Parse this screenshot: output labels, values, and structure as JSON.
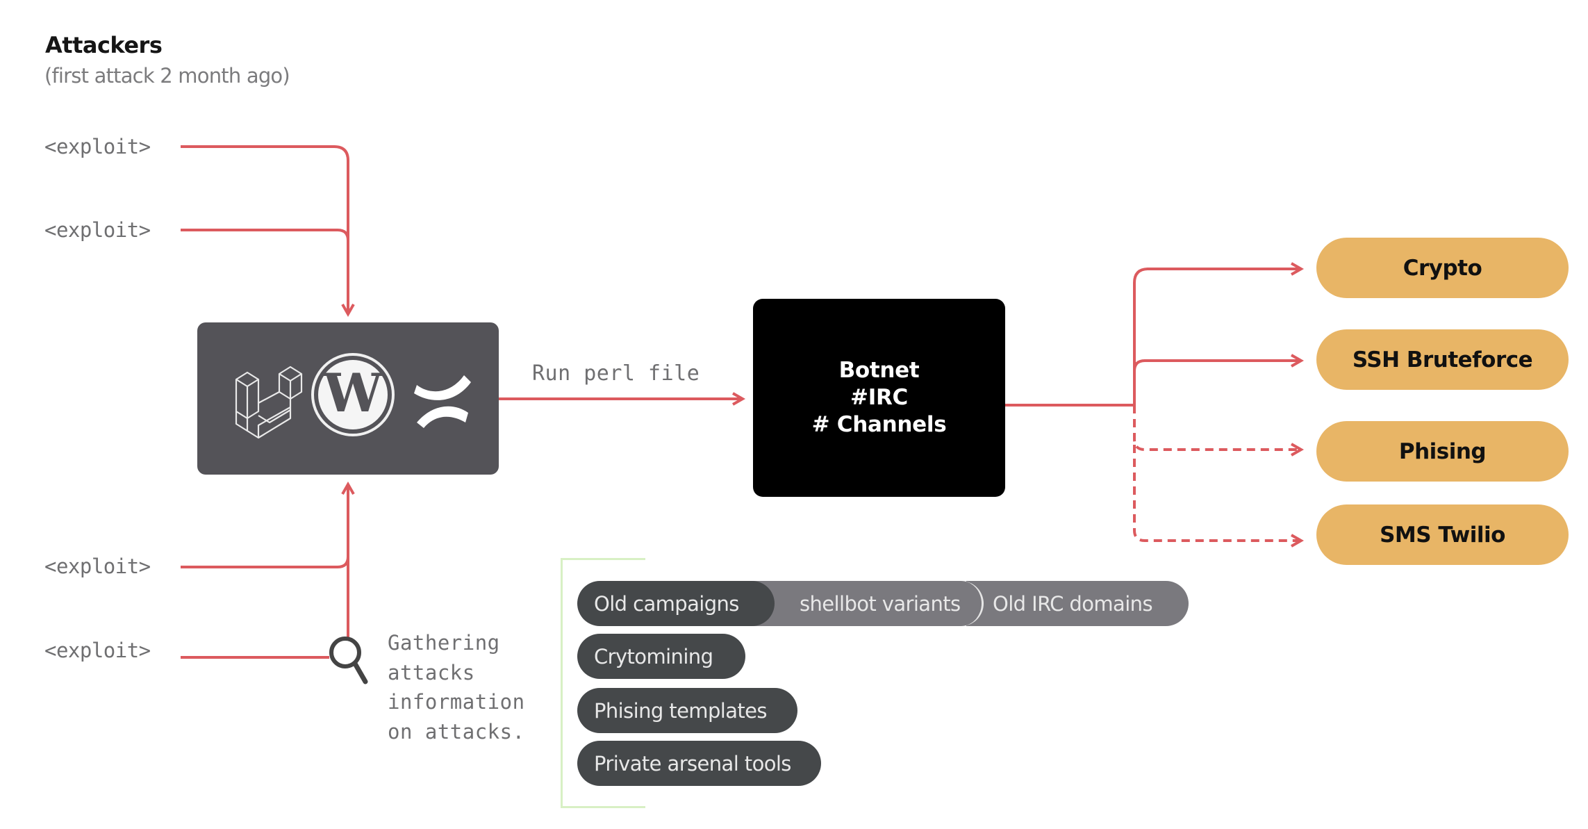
{
  "header": {
    "title": "Attackers",
    "subtitle": "(first attack 2 month ago)"
  },
  "exploits": [
    {
      "label": "<exploit>"
    },
    {
      "label": "<exploit>"
    },
    {
      "label": "<exploit>"
    },
    {
      "label": "<exploit>"
    }
  ],
  "tech_box": {
    "icons": [
      "laravel-icon",
      "wordpress-icon",
      "confluence-icon"
    ]
  },
  "edge_label": "Run perl file",
  "gathering_note": {
    "lines": [
      "Gathering",
      "attacks",
      "information",
      "on attacks."
    ],
    "icon": "magnifier-icon"
  },
  "botnet": {
    "lines": [
      "Botnet",
      "#IRC",
      "# Channels"
    ]
  },
  "targets": [
    {
      "label": "Crypto",
      "connector": "solid"
    },
    {
      "label": "SSH Bruteforce",
      "connector": "solid"
    },
    {
      "label": "Phising",
      "connector": "dashed"
    },
    {
      "label": "SMS Twilio",
      "connector": "dashed"
    }
  ],
  "intel_chips": {
    "row1": [
      "Old campaigns",
      "shellbot variants",
      "Old IRC domains"
    ],
    "others": [
      "Crytomining",
      "Phising templates",
      "Private arsenal tools"
    ]
  },
  "colors": {
    "connector": "#dc5a5e",
    "tech_box": "#545358",
    "botnet_box": "#000000",
    "target_pill": "#e8b566",
    "chip_dark": "#45484a",
    "chip_mid": "#7a797e",
    "bracket": "#d8f0c4"
  }
}
